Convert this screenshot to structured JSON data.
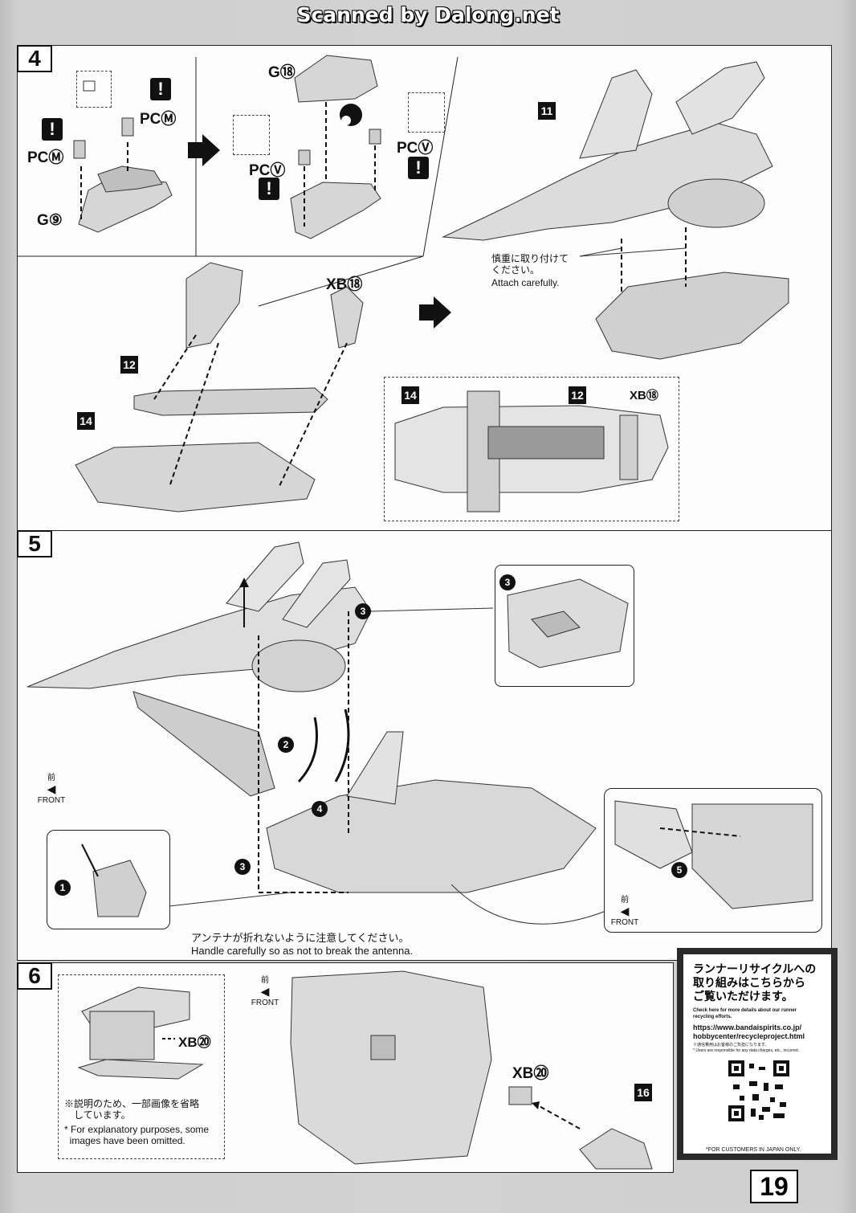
{
  "watermark": "Scanned by Dalong.net",
  "page_number": "19",
  "step4": {
    "number": "4",
    "labels": {
      "pc_m_1": "PCⓂ",
      "pc_m_2": "PCⓂ",
      "g9": "G⑨",
      "g18": "G⑱",
      "pc_v_1": "PCⓋ",
      "pc_v_2": "PCⓋ",
      "xb18": "XB⑱",
      "xb18_b": "XB⑱",
      "part11": "11",
      "part12": "12",
      "part12_b": "12",
      "part14": "14",
      "part14_b": "14",
      "warn": "!"
    },
    "attach_jp": "慎重に取り付けて\nください。",
    "attach_en": "Attach carefully."
  },
  "step5": {
    "number": "5",
    "circles": [
      "1",
      "2",
      "3",
      "3",
      "3",
      "4",
      "5"
    ],
    "front_jp": "前",
    "front_en": "FRONT",
    "antenna_jp": "アンテナが折れないように注意してください。",
    "antenna_en": "Handle carefully so as not to break the antenna."
  },
  "step6": {
    "number": "6",
    "xb24": "XB⑳",
    "xb24_b": "XB⑳",
    "part16": "16",
    "front_jp": "前",
    "front_en": "FRONT",
    "note_jp": "※説明のため、一部画像を省略\n　しています。",
    "note_en": "* For explanatory purposes, some\n  images have been omitted."
  },
  "recycle": {
    "title_jp": "ランナーリサイクルへの\n取り組みはこちらから\nご覧いただけます。",
    "sub_en": "Check here for more details about our runner\nrecycling efforts.",
    "url": "https://www.bandaispirits.co.jp/\nhobbycenter/recycleproject.html",
    "note": "※通信費用はお客様のご負担になります。\n* Users are responsible for any data charges, etc., incurred.",
    "japan_only": "*FOR CUSTOMERS IN JAPAN ONLY."
  }
}
